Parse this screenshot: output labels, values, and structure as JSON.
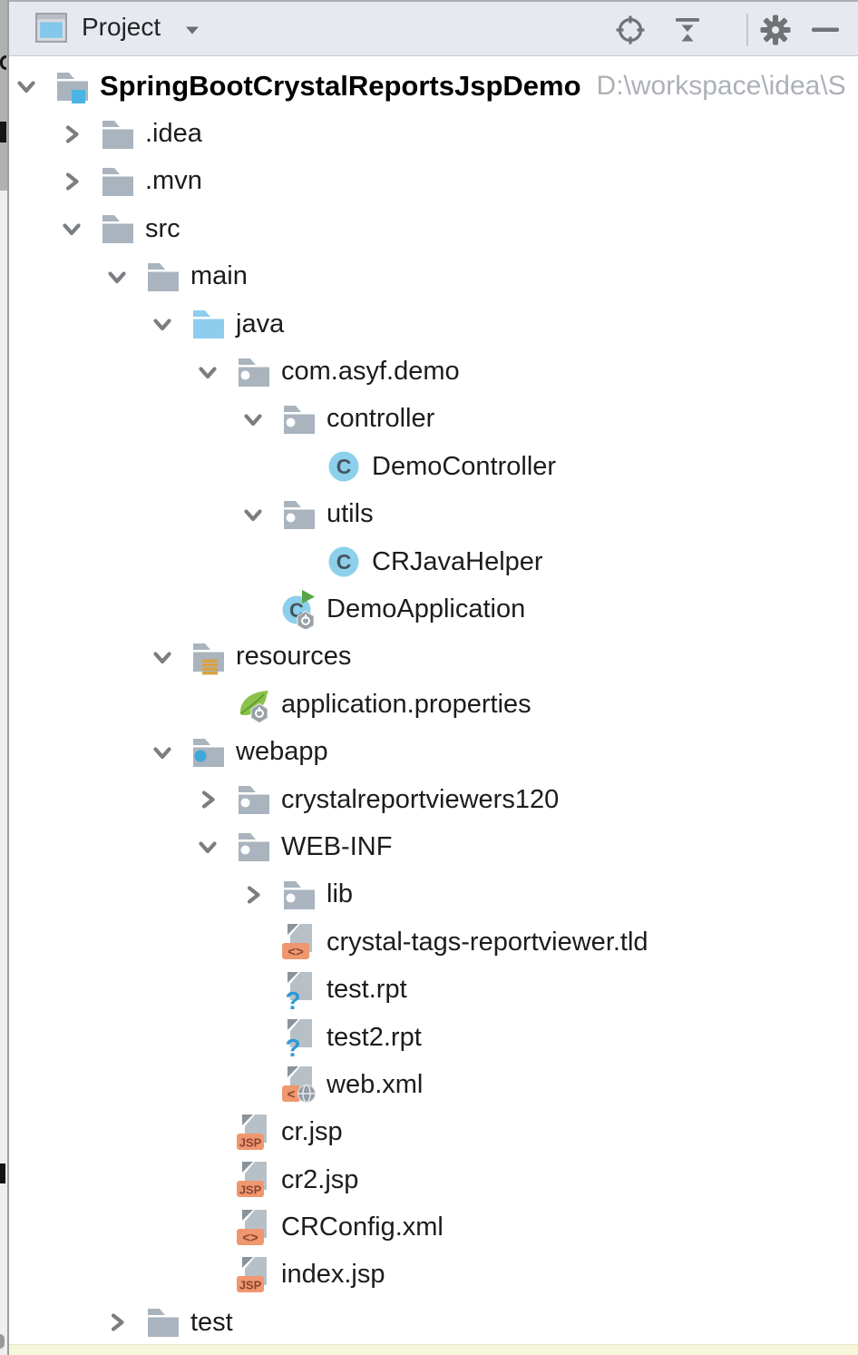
{
  "toolbar": {
    "title": "Project",
    "buttons": [
      {
        "name": "locate-file",
        "icon": "crosshair-icon"
      },
      {
        "name": "collapse-all",
        "icon": "collapse-all-icon"
      },
      {
        "name": "settings",
        "icon": "gear-icon"
      },
      {
        "name": "hide",
        "icon": "minimize-icon"
      }
    ]
  },
  "tree": {
    "rows": [
      {
        "label": "SpringBootCrystalReportsJspDemo",
        "path": "D:\\workspace\\idea\\S",
        "icon": "module-root-folder",
        "level": 0,
        "state": "expanded",
        "bold": true
      },
      {
        "label": ".idea",
        "icon": "folder",
        "level": 1,
        "state": "collapsed"
      },
      {
        "label": ".mvn",
        "icon": "folder",
        "level": 1,
        "state": "collapsed"
      },
      {
        "label": "src",
        "icon": "folder",
        "level": 1,
        "state": "expanded"
      },
      {
        "label": "main",
        "icon": "folder",
        "level": 2,
        "state": "expanded"
      },
      {
        "label": "java",
        "icon": "source-root-folder",
        "level": 3,
        "state": "expanded"
      },
      {
        "label": "com.asyf.demo",
        "icon": "package-folder",
        "level": 4,
        "state": "expanded"
      },
      {
        "label": "controller",
        "icon": "package-folder",
        "level": 5,
        "state": "expanded"
      },
      {
        "label": "DemoController",
        "icon": "java-class",
        "level": 6,
        "state": "leaf"
      },
      {
        "label": "utils",
        "icon": "package-folder",
        "level": 5,
        "state": "expanded"
      },
      {
        "label": "CRJavaHelper",
        "icon": "java-class",
        "level": 6,
        "state": "leaf"
      },
      {
        "label": "DemoApplication",
        "icon": "runnable-class",
        "level": 5,
        "state": "leaf"
      },
      {
        "label": "resources",
        "icon": "resources-root-folder",
        "level": 3,
        "state": "expanded"
      },
      {
        "label": "application.properties",
        "icon": "spring-properties",
        "level": 4,
        "state": "leaf"
      },
      {
        "label": "webapp",
        "icon": "web-folder",
        "level": 3,
        "state": "expanded"
      },
      {
        "label": "crystalreportviewers120",
        "icon": "package-folder",
        "level": 4,
        "state": "collapsed"
      },
      {
        "label": "WEB-INF",
        "icon": "package-folder",
        "level": 4,
        "state": "expanded"
      },
      {
        "label": "lib",
        "icon": "package-folder",
        "level": 5,
        "state": "collapsed"
      },
      {
        "label": "crystal-tags-reportviewer.tld",
        "icon": "xml-file",
        "level": 5,
        "state": "leaf"
      },
      {
        "label": "test.rpt",
        "icon": "unknown-file",
        "level": 5,
        "state": "leaf"
      },
      {
        "label": "test2.rpt",
        "icon": "unknown-file",
        "level": 5,
        "state": "leaf"
      },
      {
        "label": "web.xml",
        "icon": "web-xml-file",
        "level": 5,
        "state": "leaf"
      },
      {
        "label": "cr.jsp",
        "icon": "jsp-file",
        "level": 4,
        "state": "leaf"
      },
      {
        "label": "cr2.jsp",
        "icon": "jsp-file",
        "level": 4,
        "state": "leaf"
      },
      {
        "label": "CRConfig.xml",
        "icon": "xml-file",
        "level": 4,
        "state": "leaf"
      },
      {
        "label": "index.jsp",
        "icon": "jsp-file",
        "level": 4,
        "state": "leaf"
      },
      {
        "label": "test",
        "icon": "folder",
        "level": 2,
        "state": "collapsed"
      }
    ]
  },
  "colors": {
    "folder_gray": "#A9B4BE",
    "source_folder_blue": "#8FCDEE",
    "accent_blue": "#49B4E3",
    "web_dot_blue": "#3FA7DC",
    "class_circle_blue": "#8DD0EC",
    "class_letter": "#44545E",
    "run_green": "#55A546",
    "spring_green": "#8BC34A",
    "spring_green_dark": "#5E9C32",
    "resources_amber": "#D9A244",
    "badge_orange": "#F0976F",
    "badge_text": "#8A4634",
    "unknown_blue": "#2E9BD6",
    "page_gray": "#B8C0C7",
    "page_fold_gray": "#8A939B",
    "overlay_gear_gray": "#99A1A8",
    "toolbar_icon_gray": "#6F7376",
    "chevron_gray": "#7B7E81"
  }
}
